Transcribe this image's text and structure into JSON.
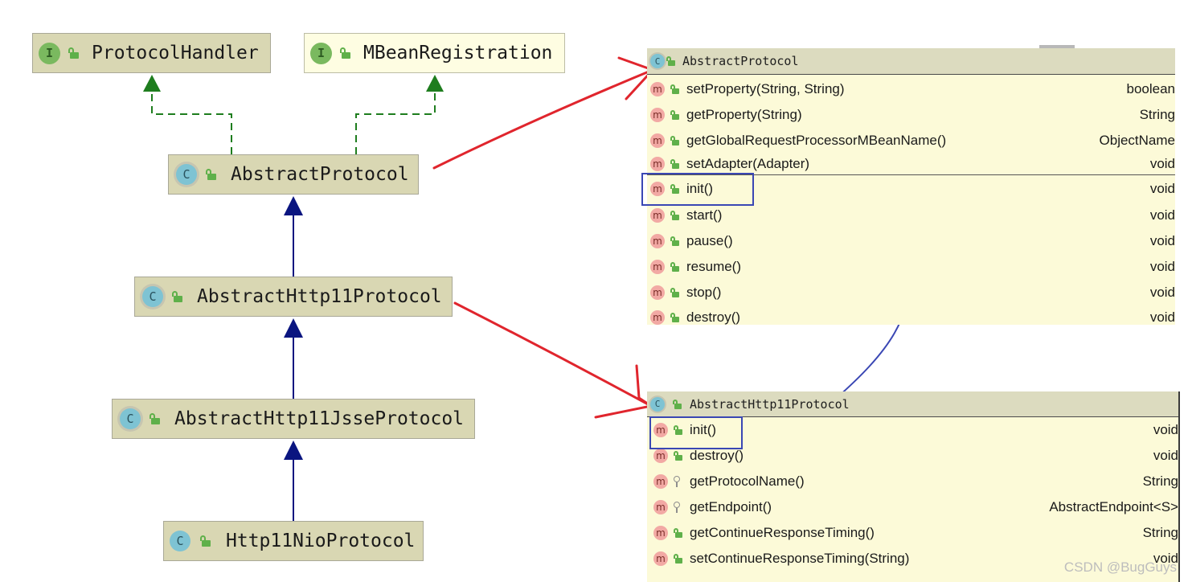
{
  "hierarchy": {
    "interfaces": [
      {
        "name": "ProtocolHandler",
        "kind": "I"
      },
      {
        "name": "MBeanRegistration",
        "kind": "I"
      }
    ],
    "classes": [
      {
        "name": "AbstractProtocol",
        "kind": "C",
        "abstract": true
      },
      {
        "name": "AbstractHttp11Protocol",
        "kind": "C",
        "abstract": true
      },
      {
        "name": "AbstractHttp11JsseProtocol",
        "kind": "C",
        "abstract": true
      },
      {
        "name": "Http11NioProtocol",
        "kind": "C",
        "abstract": false
      }
    ]
  },
  "panels": {
    "abstract_protocol": {
      "title": "AbstractProtocol",
      "icon": "C",
      "methods": [
        {
          "icon": "m",
          "name": "setProperty(String, String)",
          "type": "boolean"
        },
        {
          "icon": "m",
          "name": "getProperty(String)",
          "type": "String"
        },
        {
          "icon": "m",
          "name": "getGlobalRequestProcessorMBeanName()",
          "type": "ObjectName"
        },
        {
          "icon": "m",
          "name": "setAdapter(Adapter)",
          "type": "void"
        },
        {
          "icon": "m",
          "name": "init()",
          "type": "void"
        },
        {
          "icon": "m",
          "name": "start()",
          "type": "void"
        },
        {
          "icon": "m",
          "name": "pause()",
          "type": "void"
        },
        {
          "icon": "m",
          "name": "resume()",
          "type": "void"
        },
        {
          "icon": "m",
          "name": "stop()",
          "type": "void"
        },
        {
          "icon": "m",
          "name": "destroy()",
          "type": "void"
        }
      ]
    },
    "abstract_http11_protocol": {
      "title": "AbstractHttp11Protocol",
      "icon": "C",
      "methods": [
        {
          "icon": "m",
          "name": "init()",
          "type": "void"
        },
        {
          "icon": "m",
          "name": "destroy()",
          "type": "void"
        },
        {
          "icon": "m",
          "name": "getProtocolName()",
          "type": "String"
        },
        {
          "icon": "m",
          "name": "getEndpoint()",
          "type": "AbstractEndpoint<S>"
        },
        {
          "icon": "m",
          "name": "getContinueResponseTiming()",
          "type": "String"
        },
        {
          "icon": "m",
          "name": "setContinueResponseTiming(String)",
          "type": "void"
        }
      ]
    }
  },
  "watermark": "CSDN @BugGuys",
  "colors": {
    "class_node_bg": "#d9d7b3",
    "panel_bg": "#fcfad8",
    "realization_arrow": "#1e7d1e",
    "inheritance_arrow": "#0a1580",
    "annotation_red": "#e0252d",
    "annotation_blue": "#3a47b4"
  }
}
